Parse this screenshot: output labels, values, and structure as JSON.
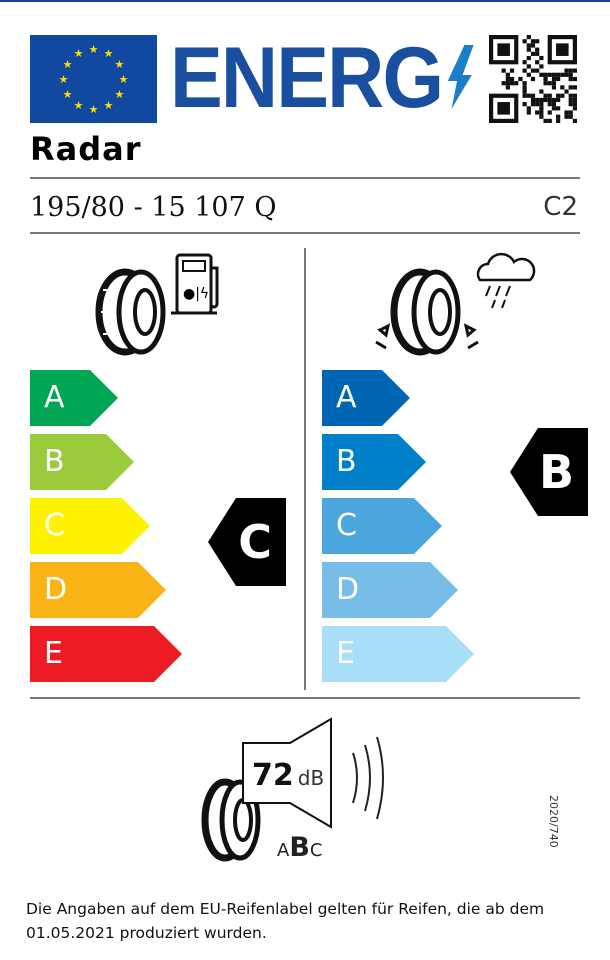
{
  "header": {
    "energy_word": "ENERG",
    "brand": "Radar"
  },
  "tyre": {
    "size": "195/80 - 15  107 Q",
    "class": "C2"
  },
  "fuel_efficiency": {
    "scale": [
      "A",
      "B",
      "C",
      "D",
      "E"
    ],
    "colors": [
      "#00a651",
      "#9bca3c",
      "#fff200",
      "#fbb415",
      "#ed1c24"
    ],
    "rating": "C"
  },
  "wet_grip": {
    "scale": [
      "A",
      "B",
      "C",
      "D",
      "E"
    ],
    "colors": [
      "#0066b3",
      "#0080c8",
      "#4aa6dc",
      "#77bde8",
      "#a8def8"
    ],
    "rating": "B"
  },
  "noise": {
    "value": "72",
    "unit": "dB",
    "class_a": "A",
    "class_b": "B",
    "class_c": "C"
  },
  "regulation": "2020/740",
  "footer": "Die Angaben auf dem EU-Reifenlabel gelten für Reifen, die ab dem 01.05.2021 produziert wurden."
}
